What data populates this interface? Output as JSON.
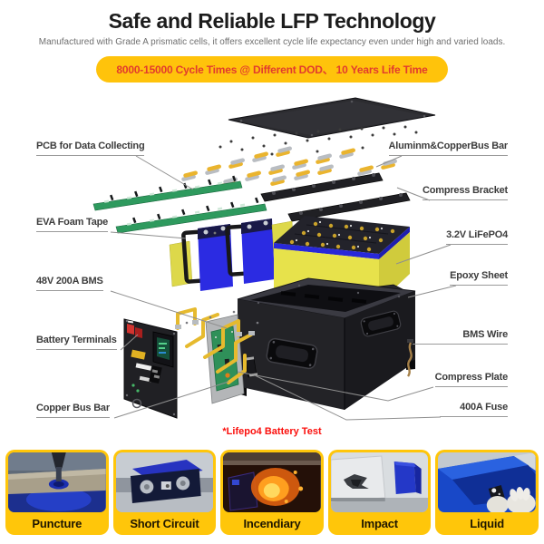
{
  "header": {
    "title": "Safe and Reliable LFP Technology",
    "subtitle": "Manufactured with Grade A prismatic cells, it offers excellent cycle life expectancy even under high and varied loads.",
    "banner": "8000-15000 Cycle Times @ Different DOD、 10 Years Life Time"
  },
  "diagram": {
    "labels_left": [
      {
        "text": "PCB for Data Collecting"
      },
      {
        "text": "EVA Foam Tape"
      },
      {
        "text": "48V 200A BMS"
      },
      {
        "text": "Battery Terminals"
      },
      {
        "text": "Copper Bus Bar"
      }
    ],
    "labels_right": [
      {
        "text": "Aluminm&CopperBus Bar"
      },
      {
        "text": "Compress Bracket"
      },
      {
        "text": "3.2V LiFePO4"
      },
      {
        "text": "Epoxy Sheet"
      },
      {
        "text": "BMS Wire"
      },
      {
        "text": "Compress Plate"
      },
      {
        "text": "400A Fuse"
      }
    ],
    "note": "*Lifepo4 Battery Test"
  },
  "tests": {
    "items": [
      {
        "label": "Puncture"
      },
      {
        "label": "Short Circuit"
      },
      {
        "label": "Incendiary"
      },
      {
        "label": "Impact"
      },
      {
        "label": "Liquid"
      }
    ]
  },
  "colors": {
    "accent_yellow": "#ffc30b",
    "banner_text_red": "#e23b2e",
    "note_red": "#fb100d",
    "cell_blue": "#2b2be2",
    "module_wrap_yellow": "#e7e24b",
    "pcb_green": "#2f9059",
    "label_text": "#3c3c3c"
  }
}
